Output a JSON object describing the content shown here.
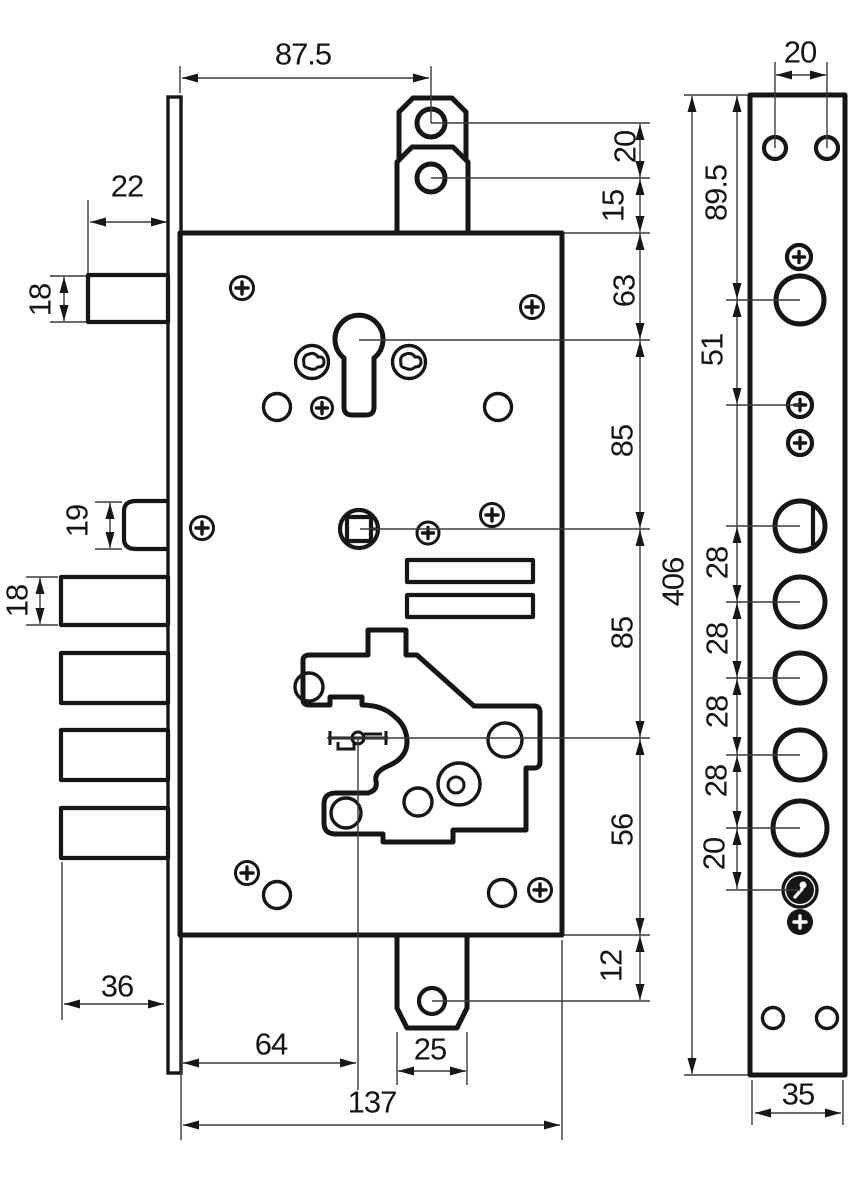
{
  "dimensions": {
    "main": {
      "width_to_tab_hole": "87.5",
      "latch_offset": "22",
      "top_latch_height": "18",
      "aux_latch_height": "19",
      "bolt_height": "18",
      "bolt_throw": "36",
      "key_backset": "64",
      "tab_width": "25",
      "body_width": "137",
      "tab_hole_spacing": "20",
      "tab_hole_to_body": "15",
      "body_top_to_cylinder": "63",
      "cylinder_to_spindle": "85",
      "spindle_to_key": "85",
      "key_to_body_bottom": "56",
      "body_bottom_to_tab_hole": "12"
    },
    "faceplate": {
      "screw_hole_spacing": "20",
      "top_to_latch_hole": "89.5",
      "latch_hole_to_screw": "51",
      "bolt_hole_spacing_1": "28",
      "bolt_hole_spacing_2": "28",
      "bolt_hole_spacing_3": "28",
      "bolt_hole_spacing_4": "28",
      "last_hole_to_keyhole": "20",
      "total_height": "406",
      "plate_width": "35"
    }
  }
}
